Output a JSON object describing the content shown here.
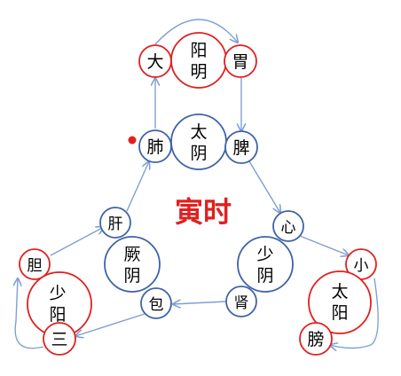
{
  "title": "寅时",
  "colors": {
    "accent": "#e02020",
    "node_blue": "#3f63a8",
    "arrow": "#7f9fd4",
    "text": "#000000"
  },
  "nodes": {
    "da": "大",
    "yangming": [
      "阳",
      "明"
    ],
    "wei": "胃",
    "fei": "肺",
    "taiyin": [
      "太",
      "阴"
    ],
    "pi": "脾",
    "gan": "肝",
    "xin": "心",
    "dan": "胆",
    "jueyin": [
      "厥",
      "阴"
    ],
    "shaoyin": [
      "少",
      "阴"
    ],
    "xiao": "小",
    "shaoyang": [
      "少",
      "阳"
    ],
    "bao": "包",
    "shen": "肾",
    "taiyang": [
      "太",
      "阳"
    ],
    "san": "三",
    "pang": "膀"
  }
}
